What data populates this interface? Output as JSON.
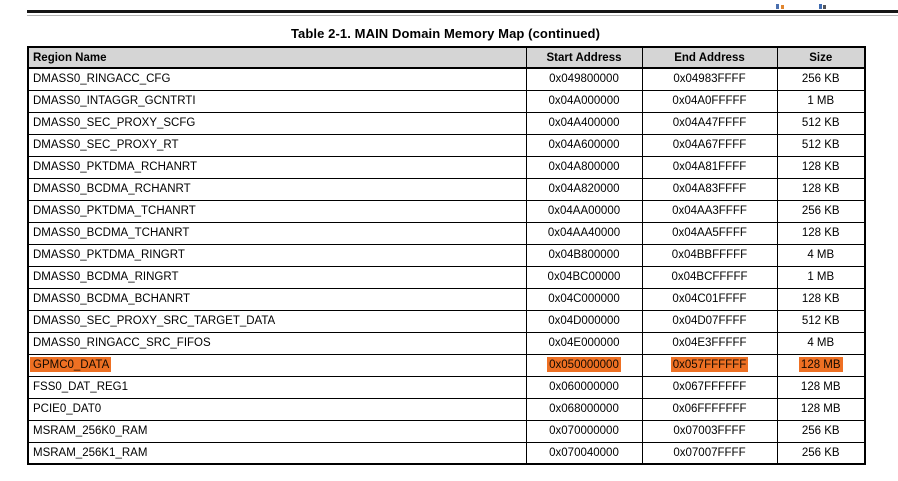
{
  "document": {
    "table_title": "Table 2-1. MAIN Domain Memory Map (continued)"
  },
  "colors": {
    "highlight": "#EE7023",
    "header_bg": "#D5D5D5",
    "rule": "#161616"
  },
  "table": {
    "columns": [
      "Region Name",
      "Start Address",
      "End Address",
      "Size"
    ],
    "rows": [
      {
        "region": "DMASS0_RINGACC_CFG",
        "start": "0x049800000",
        "end": "0x04983FFFF",
        "size": "256 KB",
        "highlighted": false
      },
      {
        "region": "DMASS0_INTAGGR_GCNTRTI",
        "start": "0x04A000000",
        "end": "0x04A0FFFFF",
        "size": "1 MB",
        "highlighted": false
      },
      {
        "region": "DMASS0_SEC_PROXY_SCFG",
        "start": "0x04A400000",
        "end": "0x04A47FFFF",
        "size": "512 KB",
        "highlighted": false
      },
      {
        "region": "DMASS0_SEC_PROXY_RT",
        "start": "0x04A600000",
        "end": "0x04A67FFFF",
        "size": "512 KB",
        "highlighted": false
      },
      {
        "region": "DMASS0_PKTDMA_RCHANRT",
        "start": "0x04A800000",
        "end": "0x04A81FFFF",
        "size": "128 KB",
        "highlighted": false
      },
      {
        "region": "DMASS0_BCDMA_RCHANRT",
        "start": "0x04A820000",
        "end": "0x04A83FFFF",
        "size": "128 KB",
        "highlighted": false
      },
      {
        "region": "DMASS0_PKTDMA_TCHANRT",
        "start": "0x04AA00000",
        "end": "0x04AA3FFFF",
        "size": "256 KB",
        "highlighted": false
      },
      {
        "region": "DMASS0_BCDMA_TCHANRT",
        "start": "0x04AA40000",
        "end": "0x04AA5FFFF",
        "size": "128 KB",
        "highlighted": false
      },
      {
        "region": "DMASS0_PKTDMA_RINGRT",
        "start": "0x04B800000",
        "end": "0x04BBFFFFF",
        "size": "4 MB",
        "highlighted": false
      },
      {
        "region": "DMASS0_BCDMA_RINGRT",
        "start": "0x04BC00000",
        "end": "0x04BCFFFFF",
        "size": "1 MB",
        "highlighted": false
      },
      {
        "region": "DMASS0_BCDMA_BCHANRT",
        "start": "0x04C000000",
        "end": "0x04C01FFFF",
        "size": "128 KB",
        "highlighted": false
      },
      {
        "region": "DMASS0_SEC_PROXY_SRC_TARGET_DATA",
        "start": "0x04D000000",
        "end": "0x04D07FFFF",
        "size": "512 KB",
        "highlighted": false
      },
      {
        "region": "DMASS0_RINGACC_SRC_FIFOS",
        "start": "0x04E000000",
        "end": "0x04E3FFFFF",
        "size": "4 MB",
        "highlighted": false
      },
      {
        "region": "GPMC0_DATA",
        "start": "0x050000000",
        "end": "0x057FFFFFF",
        "size": "128 MB",
        "highlighted": true
      },
      {
        "region": "FSS0_DAT_REG1",
        "start": "0x060000000",
        "end": "0x067FFFFFF",
        "size": "128 MB",
        "highlighted": false
      },
      {
        "region": "PCIE0_DAT0",
        "start": "0x068000000",
        "end": "0x06FFFFFFF",
        "size": "128 MB",
        "highlighted": false
      },
      {
        "region": "MSRAM_256K0_RAM",
        "start": "0x070000000",
        "end": "0x07003FFFF",
        "size": "256 KB",
        "highlighted": false
      },
      {
        "region": "MSRAM_256K1_RAM",
        "start": "0x070040000",
        "end": "0x07007FFFF",
        "size": "256 KB",
        "highlighted": false
      }
    ]
  }
}
